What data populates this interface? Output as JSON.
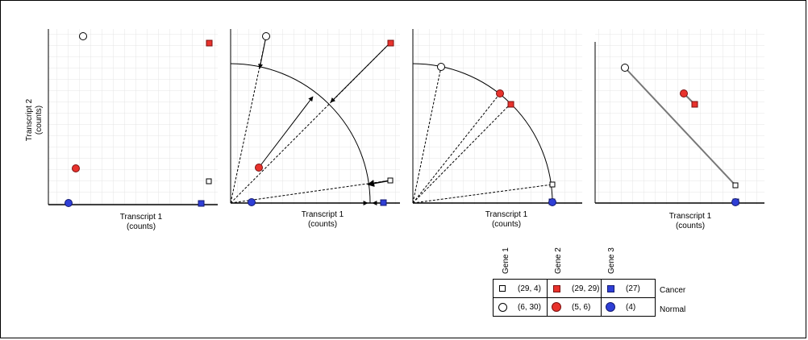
{
  "axes": {
    "x_label_line1": "Transcript 1",
    "x_label_line2": "(counts)",
    "y_label_line1": "Transcript 2",
    "y_label_line2": "(counts)"
  },
  "legend": {
    "genes": [
      "Gene 1",
      "Gene 2",
      "Gene 3"
    ],
    "rows": [
      {
        "label": "Cancer",
        "values": [
          "(29, 4)",
          "(29, 29)",
          "(27)"
        ]
      },
      {
        "label": "Normal",
        "values": [
          "(6, 30)",
          "(5, 6)",
          "(4)"
        ]
      }
    ]
  },
  "colors": {
    "red": "#e8322c",
    "blue": "#2f3fd6",
    "grid": "#e6e6e6"
  }
}
